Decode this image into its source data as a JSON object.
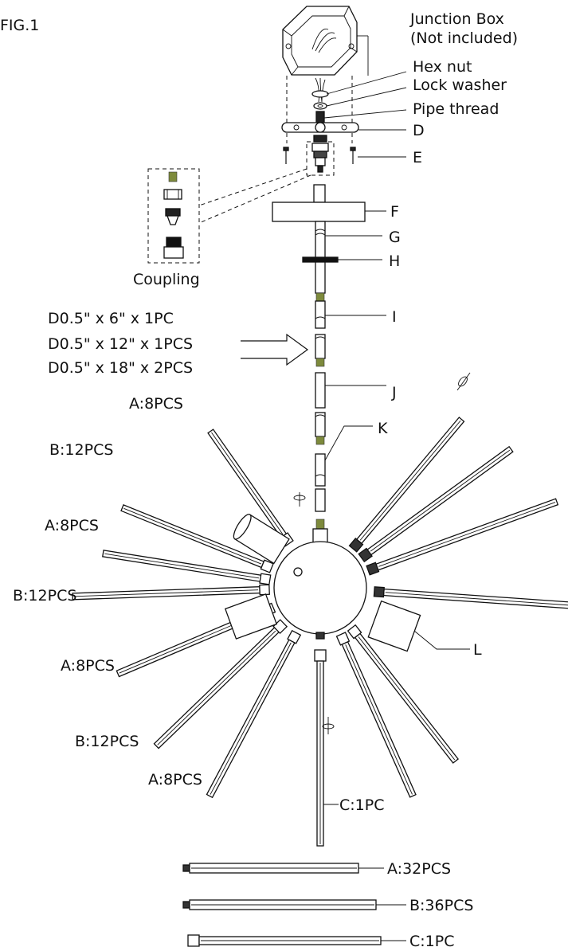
{
  "figure": {
    "title": "FIG.1"
  },
  "colors": {
    "ink": "#111111",
    "accent_green": "#7d8a3c",
    "background": "#ffffff"
  },
  "labels": {
    "junction_box_1": "Junction Box",
    "junction_box_2": "(Not included)",
    "hex_nut": "Hex nut",
    "lock_washer": "Lock washer",
    "pipe_thread": "Pipe thread",
    "d": "D",
    "e": "E",
    "f": "F",
    "g": "G",
    "h": "H",
    "i": "I",
    "j": "J",
    "k": "K",
    "l": "L",
    "coupling": "Coupling"
  },
  "rod_specs": [
    "D0.5\" x 6\" x 1PC",
    "D0.5\" x 12\" x 1PCS",
    "D0.5\" x 18\" x 2PCS"
  ],
  "arm_labels": {
    "a1": "A:8PCS",
    "b1": "B:12PCS",
    "a2": "A:8PCS",
    "b2": "B:12PCS",
    "a3": "A:8PCS",
    "b3": "B:12PCS",
    "a4": "A:8PCS",
    "c_center": "C:1PC"
  },
  "legend": [
    {
      "label": "A:32PCS"
    },
    {
      "label": "B:36PCS"
    },
    {
      "label": "C:1PC"
    }
  ]
}
